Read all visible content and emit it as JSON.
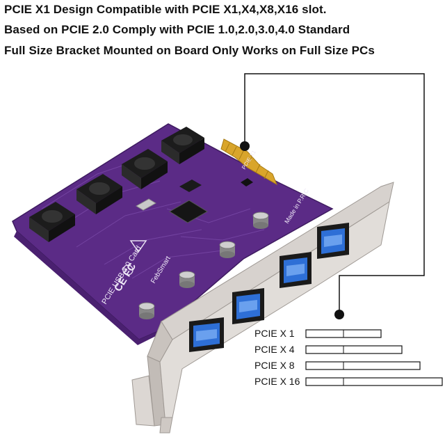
{
  "headline": {
    "line1": "PCIE X1 Design Compatible with PCIE X1,X4,X8,X16 slot.",
    "line2": "Based on PCIE 2.0 Comply with PCIE 1.0,2.0,3.0,4.0 Standard",
    "line3": "Full Size Bracket Mounted on Board Only Works on Full Size PCs"
  },
  "board": {
    "silk_card": "PCIE USB 3.0 Card",
    "silk_brand": "FebSmart",
    "silk_cert": "CE FC",
    "silk_made": "Made in P.R.C",
    "silk_slot": "PCIE X1",
    "colors": {
      "pcb": "#5b2b86",
      "bracket": "#d7d2ce",
      "usb_blue": "#2e6fd6",
      "gold": "#d9a52b"
    }
  },
  "slot_legend": {
    "items": [
      {
        "label": "PCIE X 1",
        "lanes": 1
      },
      {
        "label": "PCIE X 4",
        "lanes": 4
      },
      {
        "label": "PCIE X 8",
        "lanes": 8
      },
      {
        "label": "PCIE X 16",
        "lanes": 16
      }
    ]
  }
}
